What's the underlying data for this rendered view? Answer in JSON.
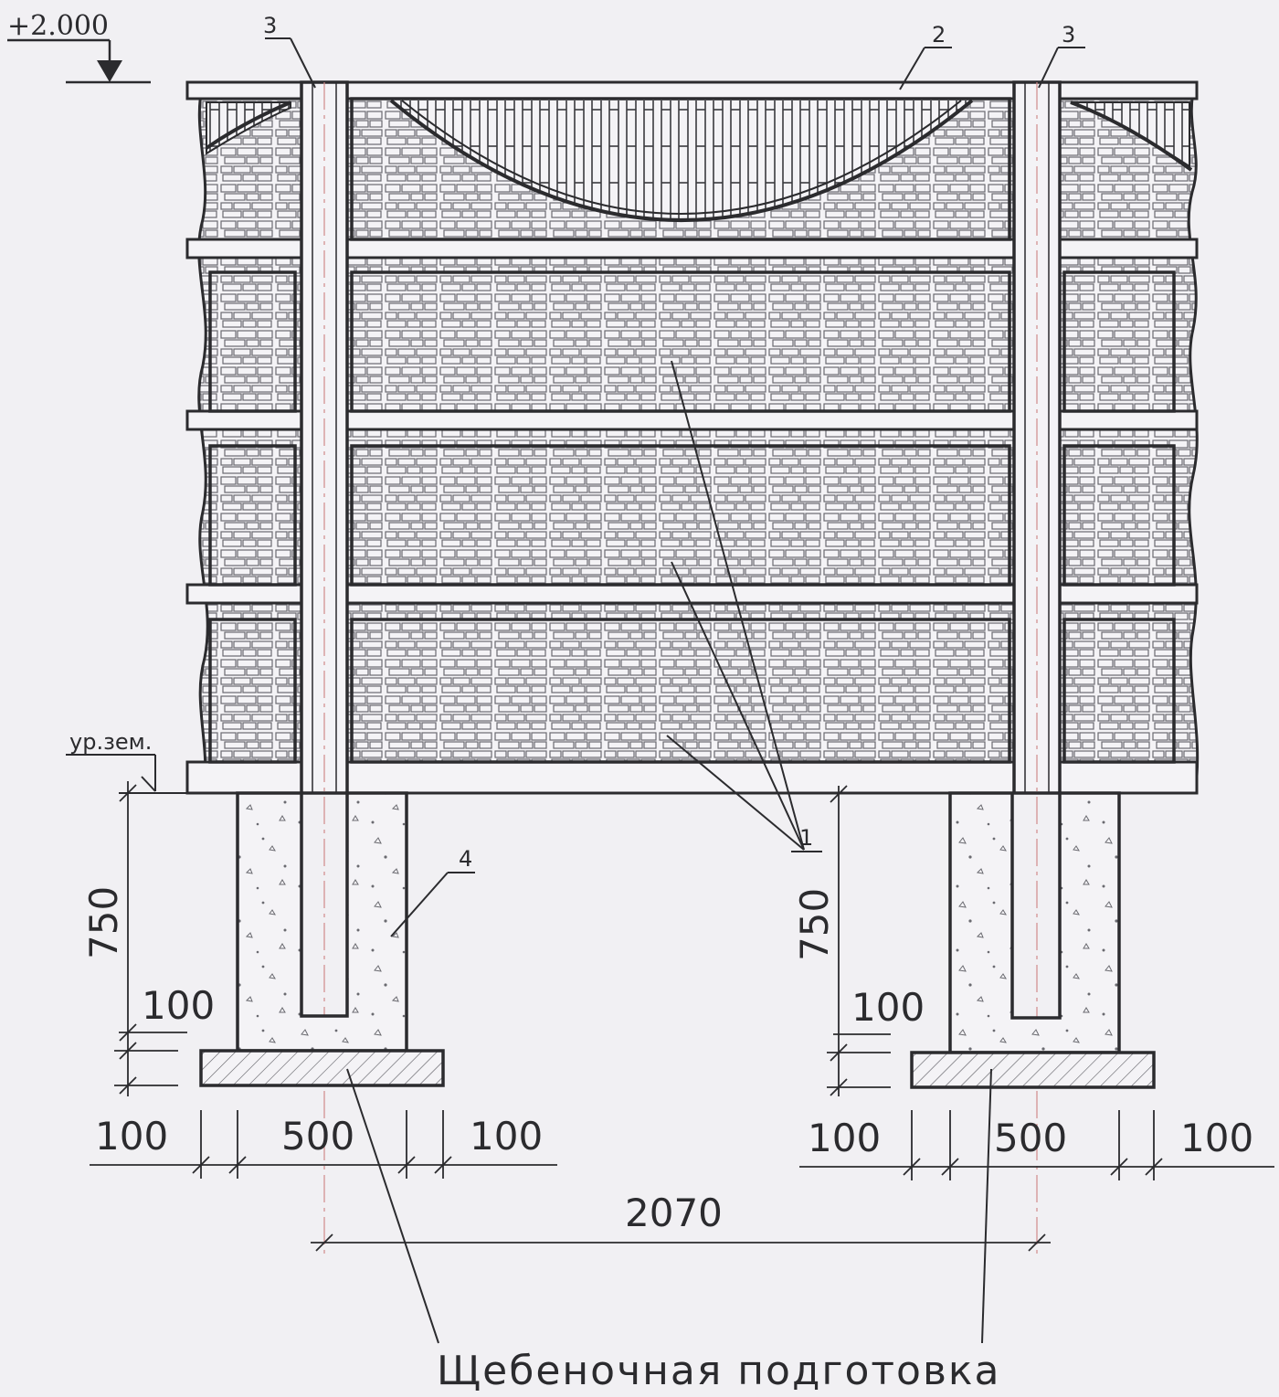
{
  "drawing": {
    "elevation_mark": "+2.000",
    "ground_level_label": "ур.зем.",
    "callouts": {
      "panels": "1",
      "top_panel": "2",
      "post_left": "3",
      "post_right": "3",
      "footing": "4"
    },
    "dimensions": {
      "left_depth": "750",
      "right_depth": "750",
      "left_pad_thickness": "100",
      "right_pad_thickness": "100",
      "left_offset_a": "100",
      "left_width": "500",
      "left_offset_b": "100",
      "right_offset_a": "100",
      "right_width": "500",
      "right_offset_b": "100",
      "post_spacing": "2070"
    },
    "note": "Щебеночная подготовка"
  },
  "colors": {
    "ink": "#2b2b2e",
    "paper": "#f1f0f3",
    "axis": "#d08a8a"
  }
}
